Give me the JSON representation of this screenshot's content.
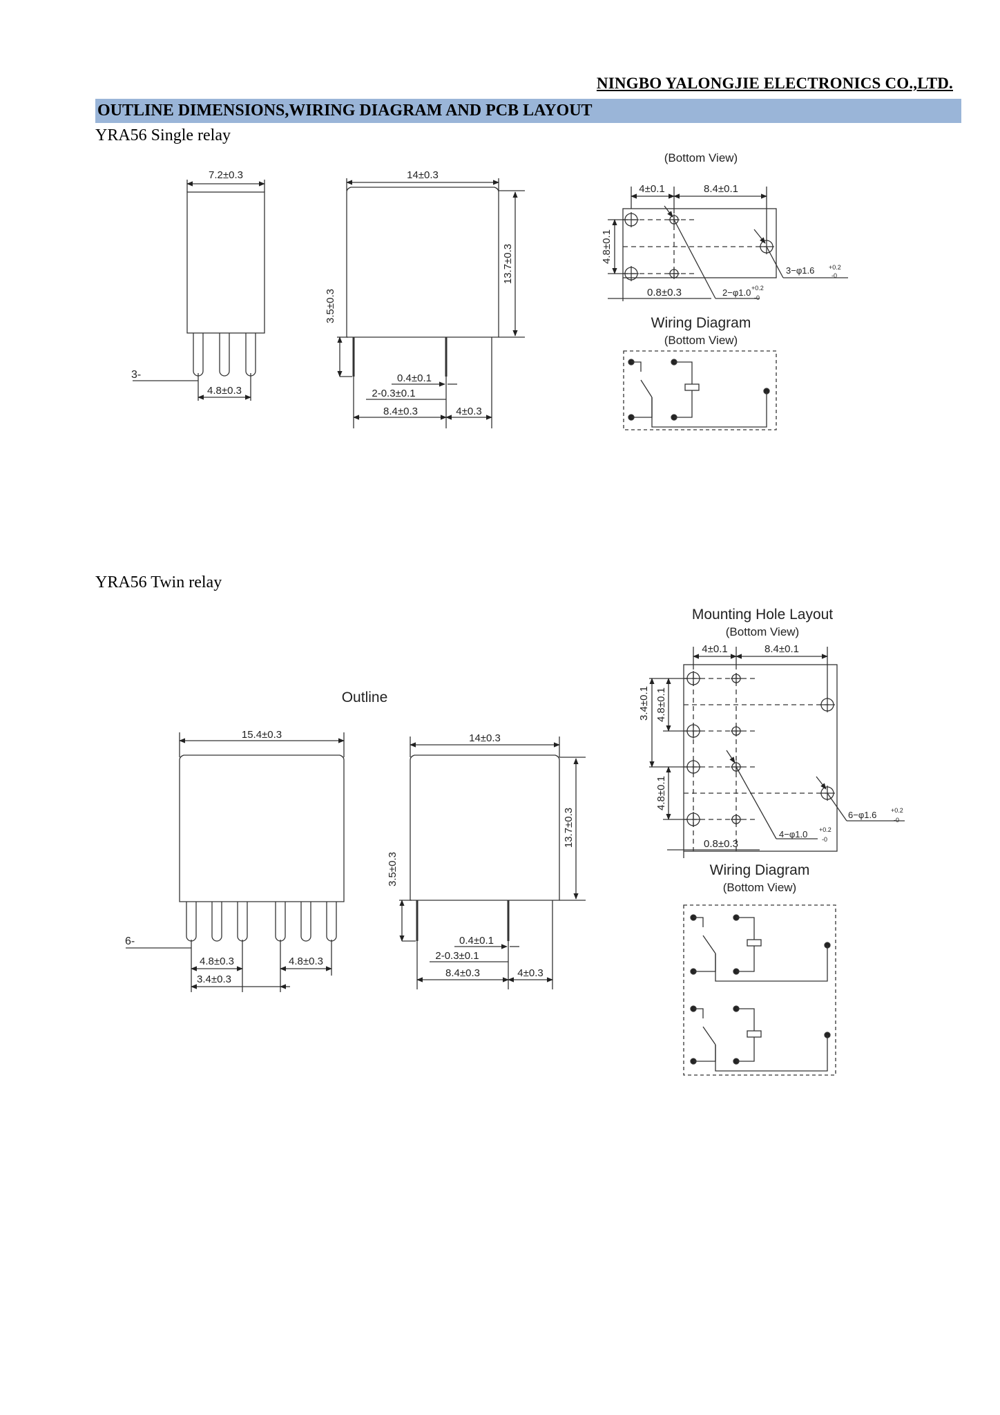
{
  "header": {
    "company": "NINGBO YALONGJIE ELECTRONICS CO.,LTD.",
    "banner": "OUTLINE DIMENSIONS,WIRING DIAGRAM AND PCB LAYOUT"
  },
  "single": {
    "section_label": "YRA56 Single relay",
    "front": {
      "width": "7.2±0.3",
      "pin_label": "3-",
      "pitch": "4.8±0.3"
    },
    "side": {
      "width": "14±0.3",
      "height": "13.7±0.3",
      "pin_len": "3.5±0.3",
      "pin_w": "0.4±0.1",
      "pin_t": "2-0.3±0.1",
      "spacing_a": "8.4±0.3",
      "spacing_b": "4±0.3"
    },
    "pcb": {
      "view": "(Bottom View)",
      "dim_a": "4±0.1",
      "dim_b": "8.4±0.1",
      "dim_v": "4.8±0.1",
      "dim_c": "0.8±0.3",
      "hole_small": "2−φ1.0",
      "hole_large": "3−φ1.6",
      "tol_plus": "+0.2",
      "tol_minus": "-0"
    },
    "wiring": {
      "title": "Wiring Diagram",
      "view": "(Bottom View)"
    }
  },
  "twin": {
    "section_label": "YRA56 Twin relay",
    "outline_title": "Outline",
    "front": {
      "width": "15.4±0.3",
      "pin_label": "6-",
      "pitch_l": "4.8±0.3",
      "pitch_r": "4.8±0.3",
      "gap": "3.4±0.3"
    },
    "side": {
      "width": "14±0.3",
      "height": "13.7±0.3",
      "pin_len": "3.5±0.3",
      "pin_w": "0.4±0.1",
      "pin_t": "2-0.3±0.1",
      "spacing_a": "8.4±0.3",
      "spacing_b": "4±0.3"
    },
    "pcb": {
      "title": "Mounting Hole Layout",
      "view": "(Bottom View)",
      "dim_a": "4±0.1",
      "dim_b": "8.4±0.1",
      "dim_v1": "3.4±0.1",
      "dim_v2": "4.8±0.1",
      "dim_v3": "4.8±0.1",
      "dim_c": "0.8±0.3",
      "hole_small": "4−φ1.0",
      "hole_large": "6−φ1.6",
      "tol_plus": "+0.2",
      "tol_minus": "-0"
    },
    "wiring": {
      "title": "Wiring Diagram",
      "view": "(Bottom View)"
    }
  }
}
